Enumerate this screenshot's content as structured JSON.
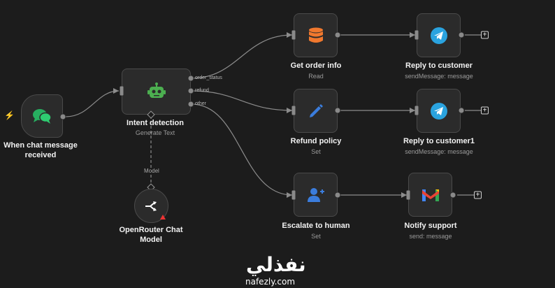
{
  "trigger": {
    "title_line1": "When chat message",
    "title_line2": "received",
    "icon": "chat-bubbles-icon"
  },
  "intent": {
    "title": "Intent detection",
    "subtitle": "Generate Text",
    "icon": "robot-icon",
    "outputs": [
      "order_status",
      "refund",
      "other"
    ],
    "model_label": "Model"
  },
  "openrouter": {
    "title_line1": "OpenRouter Chat",
    "title_line2": "Model",
    "icon": "openrouter-icon"
  },
  "get_order": {
    "title": "Get order info",
    "subtitle": "Read",
    "icon": "database-icon"
  },
  "refund": {
    "title": "Refund policy",
    "subtitle": "Set",
    "icon": "pencil-icon"
  },
  "escalate": {
    "title": "Escalate to human",
    "subtitle": "Set",
    "icon": "user-plus-icon"
  },
  "reply1": {
    "title": "Reply to customer",
    "subtitle": "sendMessage: message",
    "icon": "telegram-icon"
  },
  "reply2": {
    "title": "Reply to customer1",
    "subtitle": "sendMessage: message",
    "icon": "telegram-icon"
  },
  "notify": {
    "title": "Notify support",
    "subtitle": "send: message",
    "icon": "gmail-icon"
  },
  "add_label": "+",
  "watermark": {
    "arabic": "نفذلي",
    "latin": "nafezly.com"
  },
  "colors": {
    "background": "#1c1c1c",
    "node": "#2b2b2b",
    "chat": "#27ae60",
    "robot": "#4caf50",
    "database": "#f0782e",
    "pencil": "#3b7ddd",
    "telegram": "#2aa3df",
    "gmail_red": "#ea4335"
  }
}
